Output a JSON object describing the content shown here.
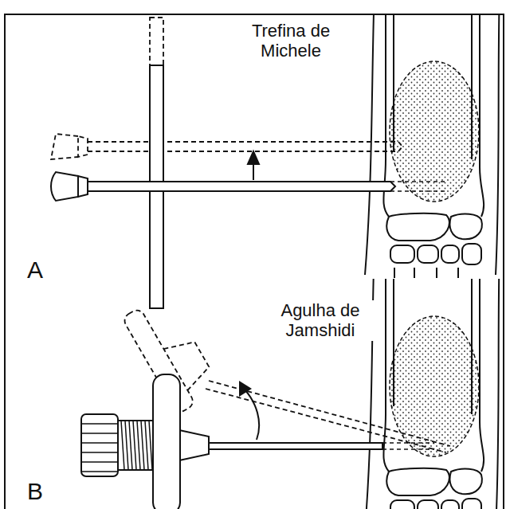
{
  "diagram": {
    "labels": [
      "Trefina de Michele",
      "A",
      "Agulha de Jamshidi",
      "B"
    ]
  }
}
